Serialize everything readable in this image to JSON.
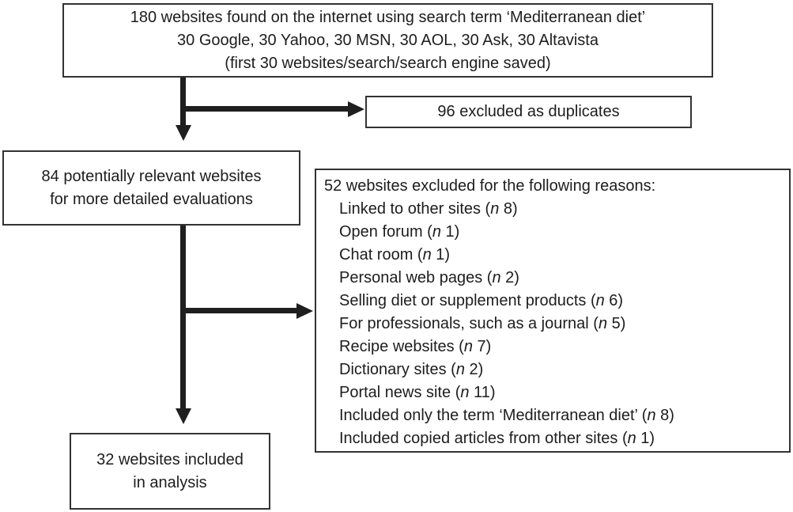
{
  "colors": {
    "background": "#ffffff",
    "box_border": "#333333",
    "text": "#1d1d1d",
    "arrow": "#1f1f1f"
  },
  "flowchart": {
    "top_box": {
      "lines": [
        "180 websites found on the internet using search term ‘Mediterranean diet’",
        "30 Google, 30 Yahoo, 30 MSN, 30 AOL, 30 Ask, 30 Altavista",
        "(first 30 websites/search/search engine saved)"
      ]
    },
    "excluded_duplicates_box": {
      "text": "96 excluded as duplicates"
    },
    "relevant_box": {
      "lines": [
        "84 potentially relevant websites",
        "for more detailed evaluations"
      ]
    },
    "reasons_box": {
      "header": "52 websites excluded for the following reasons:",
      "reasons": [
        "Linked to other sites (n 8)",
        "Open forum (n 1)",
        "Chat room (n 1)",
        "Personal web pages (n 2)",
        "Selling diet or supplement products (n 6)",
        "For professionals, such as a journal (n 5)",
        "Recipe websites (n 7)",
        "Dictionary sites (n 2)",
        "Portal news site (n 11)",
        "Included only the term ‘Mediterranean diet’ (n 8)",
        "Included copied articles from other sites (n 1)"
      ]
    },
    "included_box": {
      "lines": [
        "32 websites included",
        "in analysis"
      ]
    }
  }
}
